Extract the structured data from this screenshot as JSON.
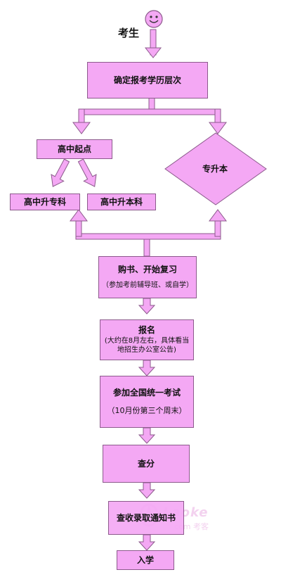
{
  "start": {
    "label": "考生",
    "icon": "smiley-face-icon"
  },
  "steps": {
    "determine_level": "确定报考学历层次",
    "from_high_school": "高中起点",
    "upgrade_to_bachelor": "专升本",
    "hs_to_associate": "高中升专科",
    "hs_to_bachelor": "高中升本科",
    "buy_books": {
      "title": "购书、开始复习",
      "note": "（参加考前辅导班、或自学）"
    },
    "register": {
      "title": "报名",
      "note_line1": "(大约在8月左右，具体看当",
      "note_line2": "地招生办公室公告)"
    },
    "national_exam": {
      "title": "参加全国统一考试",
      "note": "（10月份第三个周末）"
    },
    "check_score": "查分",
    "check_admission": "查收录取通知书",
    "enroll": "入学"
  },
  "watermark": {
    "brand": "Laoke",
    "domain": "com",
    "chinese": "考客"
  },
  "colors": {
    "box_fill": "#f4a8f4",
    "box_border": "#8c5a8c",
    "arrow_fill": "#f4a8f4"
  }
}
